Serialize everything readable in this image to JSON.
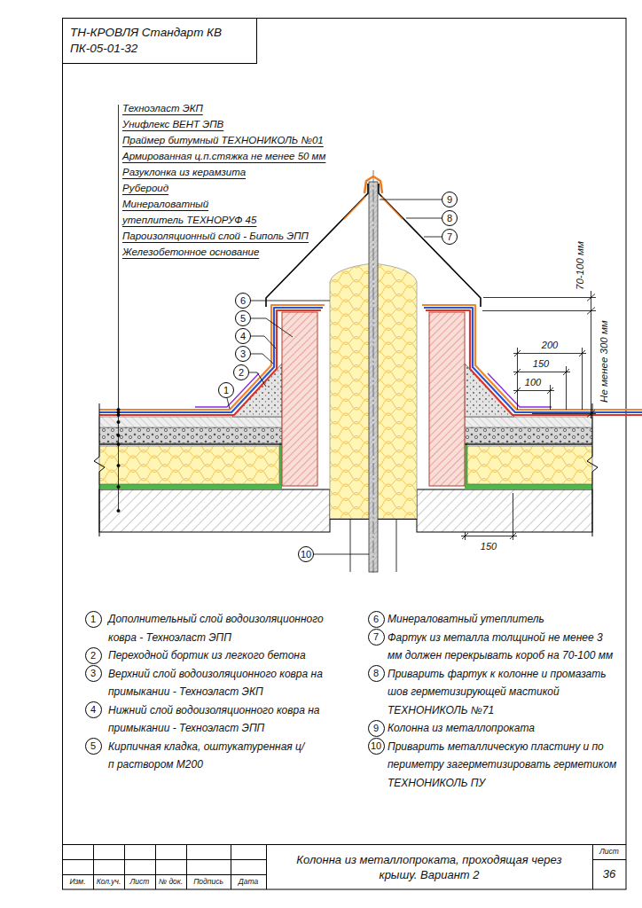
{
  "diagram": {
    "title": "Колонна из металлопроката, проходящая через крышу. Вариант 2",
    "nodes": [
      {
        "text": [
          "ТН-КРОВЛЯ Стандарт КВ",
          "ПК-05-01-32"
        ]
      },
      {
        "text": [
          "9"
        ]
      },
      {
        "text": [
          "8"
        ]
      },
      {
        "text": [
          "7"
        ]
      },
      {
        "text": [
          "6"
        ]
      },
      {
        "text": [
          "5"
        ]
      },
      {
        "text": [
          "4"
        ]
      },
      {
        "text": [
          "3"
        ]
      },
      {
        "text": [
          "2"
        ]
      },
      {
        "text": [
          "1"
        ]
      },
      {
        "text": [
          "10"
        ]
      },
      {
        "text": [
          "1"
        ]
      },
      {
        "text": [
          "2"
        ]
      },
      {
        "text": [
          "3"
        ]
      },
      {
        "text": [
          "4"
        ]
      },
      {
        "text": [
          "5"
        ]
      },
      {
        "text": [
          "6"
        ]
      },
      {
        "text": [
          "7"
        ]
      },
      {
        "text": [
          "8"
        ]
      },
      {
        "text": [
          "9"
        ]
      },
      {
        "text": [
          "10"
        ]
      }
    ],
    "labels": [
      "Техноэласт ЭКП",
      "Унифлекс ВЕНТ ЭПВ",
      "Праймер битумный ТЕХНОНИКОЛЬ №01",
      "Армированная ц.п.стяжка не менее 50 мм",
      "Разуклонка из керамзита",
      "Рубероид",
      "Минераловатный утеплитель ТЕХНОРУФ 45",
      "Пароизоляционный слой - Биполь ЭПП",
      "Железобетонное основание",
      "70-100 мм",
      "Не менее 300 мм",
      "200",
      "150",
      "100",
      "150",
      "Дополнительный слой водоизоляционного ковра - Техноэласт ЭПП",
      "Переходной бортик из легкого бетона",
      "Верхний слой водоизоляционного ковра на примыкании - Техноэласт ЭКП",
      "Нижний слой водоизоляционного ковра на примыкании - Техноэласт ЭПП",
      "Кирпичная кладка, оштукатуренная ц/п раствором М200",
      "Минераловатный утеплитель",
      "Фартук из металла толщиной не менее 3 мм должен перекрывать короб на 70-100 мм",
      "Приварить фартук к колонне и промазать шов герметизирующей мастикой ТЕХНОНИКОЛЬ №71",
      "Колонна из металлопроката",
      "Приварить металлическую пластину и по периметру загерметизировать герметиком ТЕХНОНИКОЛЬ ПУ",
      "Изм.",
      "Кол.уч.",
      "Лист",
      "№ док.",
      "Подпись",
      "Дата",
      "Лист",
      "36"
    ]
  }
}
